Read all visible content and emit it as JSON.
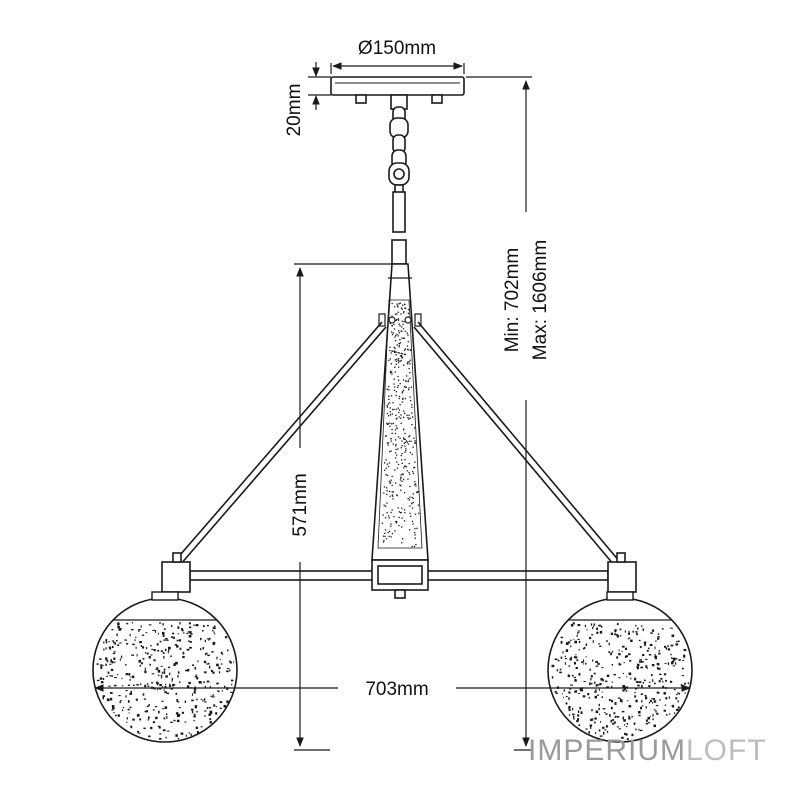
{
  "dimensions": {
    "canopy_diameter": "Ø150mm",
    "canopy_height": "20mm",
    "min_height": "Min: 702mm",
    "max_height": "Max: 1606mm",
    "body_height": "571mm",
    "width": "703mm"
  },
  "watermark": {
    "part1": "IMPERIUM",
    "part2": "LOFT"
  },
  "colors": {
    "line": "#1a1a1a",
    "watermark_dark": "#9a9a9a",
    "watermark_light": "#bdbdbd"
  }
}
